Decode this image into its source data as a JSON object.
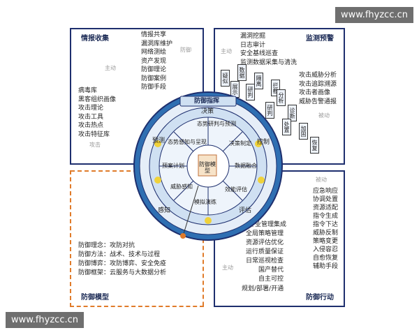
{
  "watermark": {
    "top": "www.fhyzcc.cn",
    "bottom": "www.fhyzcc.cn"
  },
  "quadrants": {
    "intel": {
      "title": "情报收集",
      "list_top": [
        "情报共享",
        "漏洞库维护",
        "网络测绘",
        "资产发现",
        "防御理论",
        "防御案例",
        "防御手段"
      ],
      "list_bottom": [
        "病毒库",
        "黑客组织画像",
        "攻击理论",
        "攻击工具",
        "攻击热点",
        "攻击特征库"
      ],
      "labels": {
        "defense": "防御",
        "active": "主动",
        "attack": "攻击"
      }
    },
    "monitor": {
      "title": "监测预警",
      "list_top": [
        "漏洞挖掘",
        "日志审计",
        "安全基线巡查",
        "监测数据采集与清洗"
      ],
      "list_right": [
        "攻击威胁分析",
        "攻击追踪溯源",
        "攻击者画像",
        "威胁告警通报"
      ],
      "boxes": [
        "疑似",
        "数据",
        "隔离",
        "拦截",
        "诊断",
        "分析",
        "研判",
        "处置",
        "加固",
        "恢复",
        "研判",
        "展示"
      ],
      "labels": {
        "active": "主动",
        "passive": "被动"
      }
    },
    "model": {
      "title": "防御模型",
      "lines": [
        "防御理念：攻防对抗",
        "防御方法：战术、技术与过程",
        "防御博弈：攻防博弈、安全免疫",
        "防御框架：云服务与大数据分析"
      ]
    },
    "action": {
      "title": "防御行动",
      "list_right": [
        "应急响应",
        "协调处置",
        "资源适配",
        "指令生成",
        "指令下达",
        "威胁反制",
        "策略变更",
        "入侵容忍",
        "自愈恢复",
        "辅助手段"
      ],
      "list_bottom": [
        "专业管理集成",
        "全局策略管理",
        "资源评估优化",
        "运行质量保证",
        "日常巡视检查",
        "国产替代",
        "自主可控",
        "规划/部署/开通"
      ],
      "labels": {
        "passive": "被动",
        "active": "主动"
      }
    }
  },
  "wheel": {
    "banner": "防御指挥",
    "ring_outer": {
      "top": "决策",
      "right": "控制",
      "bottom": "评估",
      "left": "感知",
      "topleft": "预测"
    },
    "segments": [
      "态势研判与预测",
      "决策制定",
      "数据融合",
      "效能评估",
      "模拟演练",
      "威胁感知",
      "预案计划",
      "态势感知与呈现"
    ],
    "center": "防御模型"
  },
  "colors": {
    "navy": "#1e2f6e",
    "ring": "#2f6fb2",
    "orange": "#e07b2a",
    "light": "#d7e6f5"
  }
}
